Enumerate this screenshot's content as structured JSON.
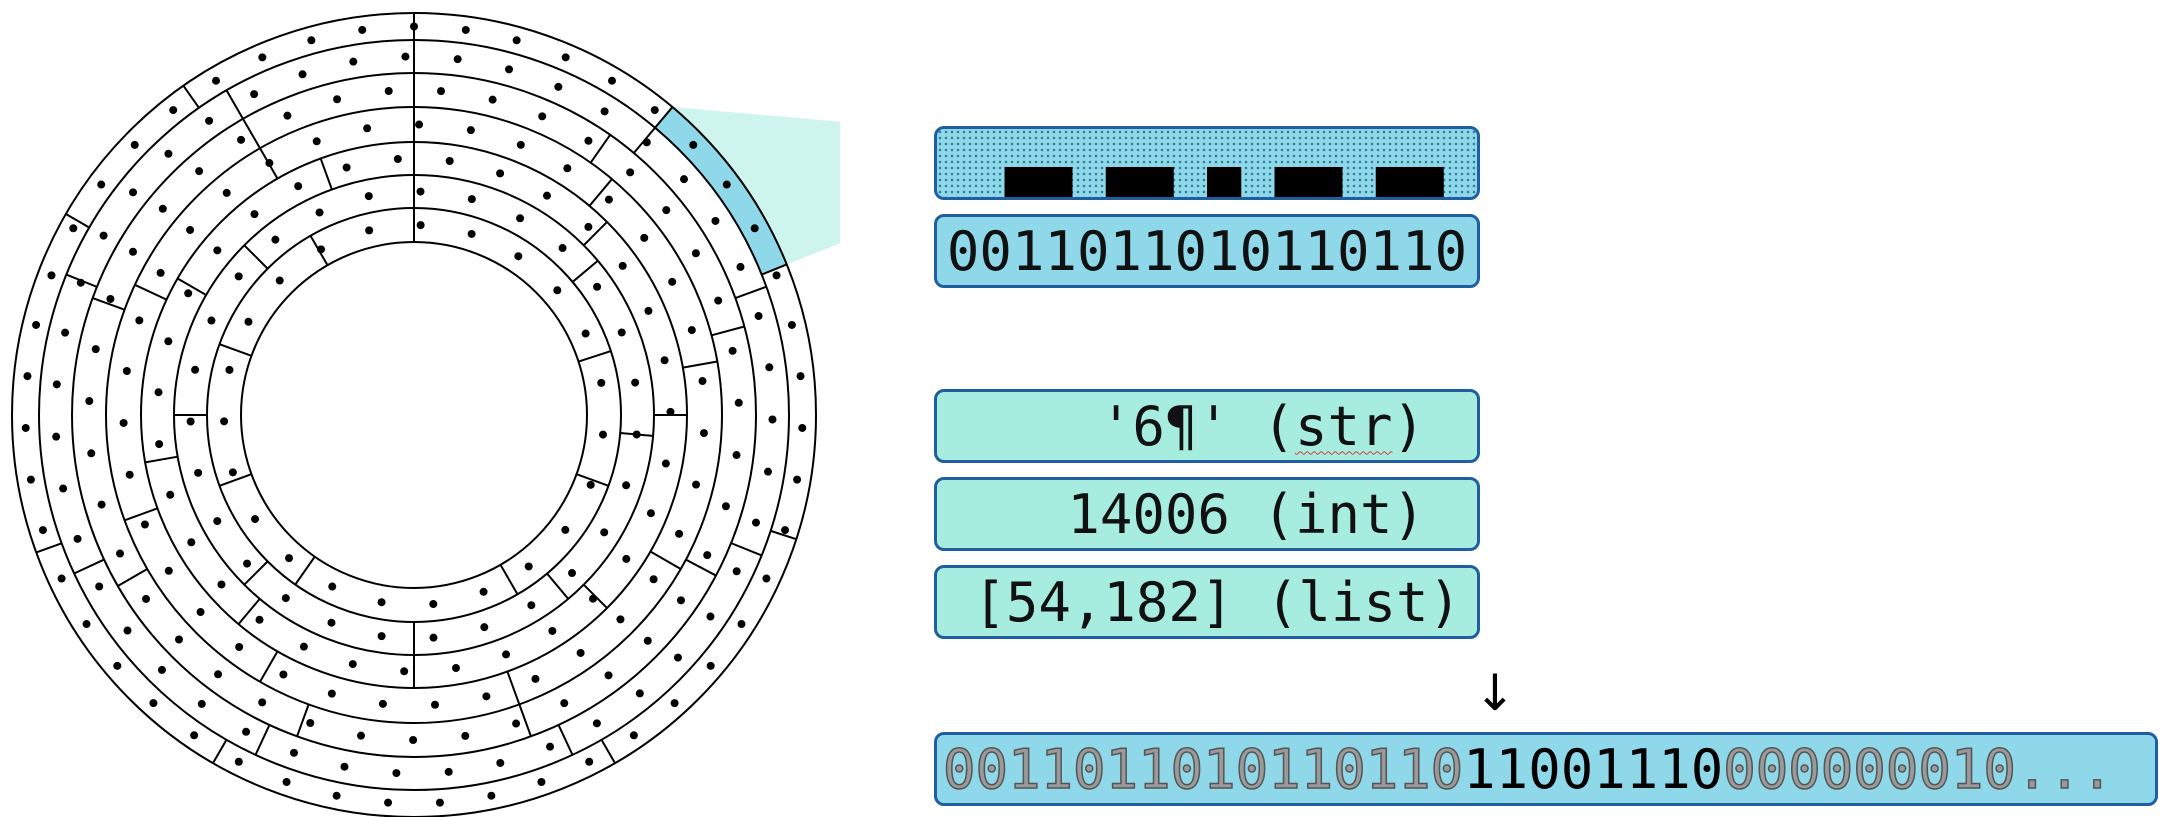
{
  "disk": {
    "track_count": 7,
    "highlight_color": "#8ed8ea",
    "zoom_color": "#a6ecdf"
  },
  "bit_strip": {
    "bits": "0011011010110110",
    "colors": {
      "zero": "#8ed8ea",
      "one": "#000000"
    }
  },
  "boxes": {
    "bits_text": "0011011010110110",
    "str_prefix": "'6¶' (",
    "str_type": "str",
    "str_suffix": ")",
    "int_text": "14006 (int)",
    "list_text": "[54,182] (list)"
  },
  "arrow": "↓",
  "stream": {
    "grey_bits": "0011011010110110",
    "black_bits": "11001110",
    "trailing_bits": "000000010...",
    "colors": {
      "grey": "#9a9a9a",
      "black": "#000000"
    }
  }
}
